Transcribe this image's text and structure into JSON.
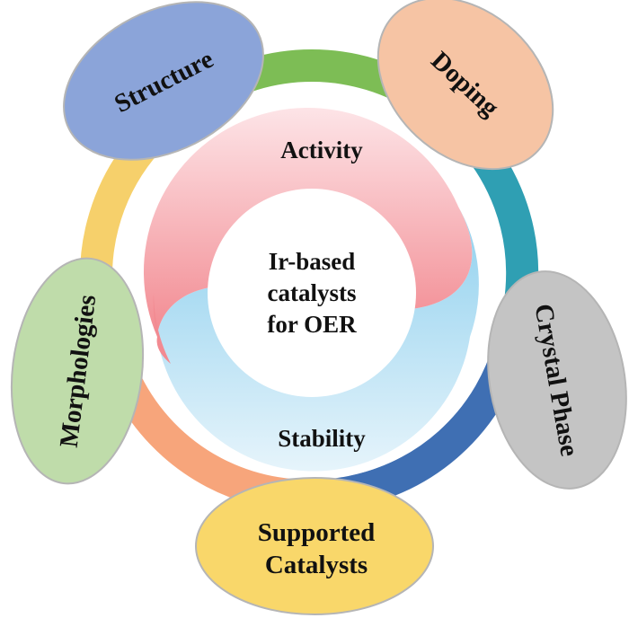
{
  "center": {
    "lines": [
      "Ir-based",
      "catalysts",
      "for OER"
    ]
  },
  "ring": {
    "top_label": "Activity",
    "bottom_label": "Stability",
    "top_colors": [
      "#fde4e7",
      "#f28a91"
    ],
    "bottom_colors": [
      "#8fd0ee",
      "#e6f4fb"
    ]
  },
  "outer_ring": {
    "colors": [
      "#7dbd55",
      "#2f9fb3",
      "#3f6fb3",
      "#f7a57b",
      "#f6d06b"
    ]
  },
  "petals": [
    {
      "label": "Structure",
      "fill": "#8ba4d9"
    },
    {
      "label": "Doping",
      "fill": "#f6c4a4"
    },
    {
      "label": "Crystal Phase",
      "fill": "#c4c4c4"
    },
    {
      "label": "Supported",
      "label2": "Catalysts",
      "fill": "#f9d76a"
    },
    {
      "label": "Morphologies",
      "fill": "#bfdcaa"
    }
  ]
}
